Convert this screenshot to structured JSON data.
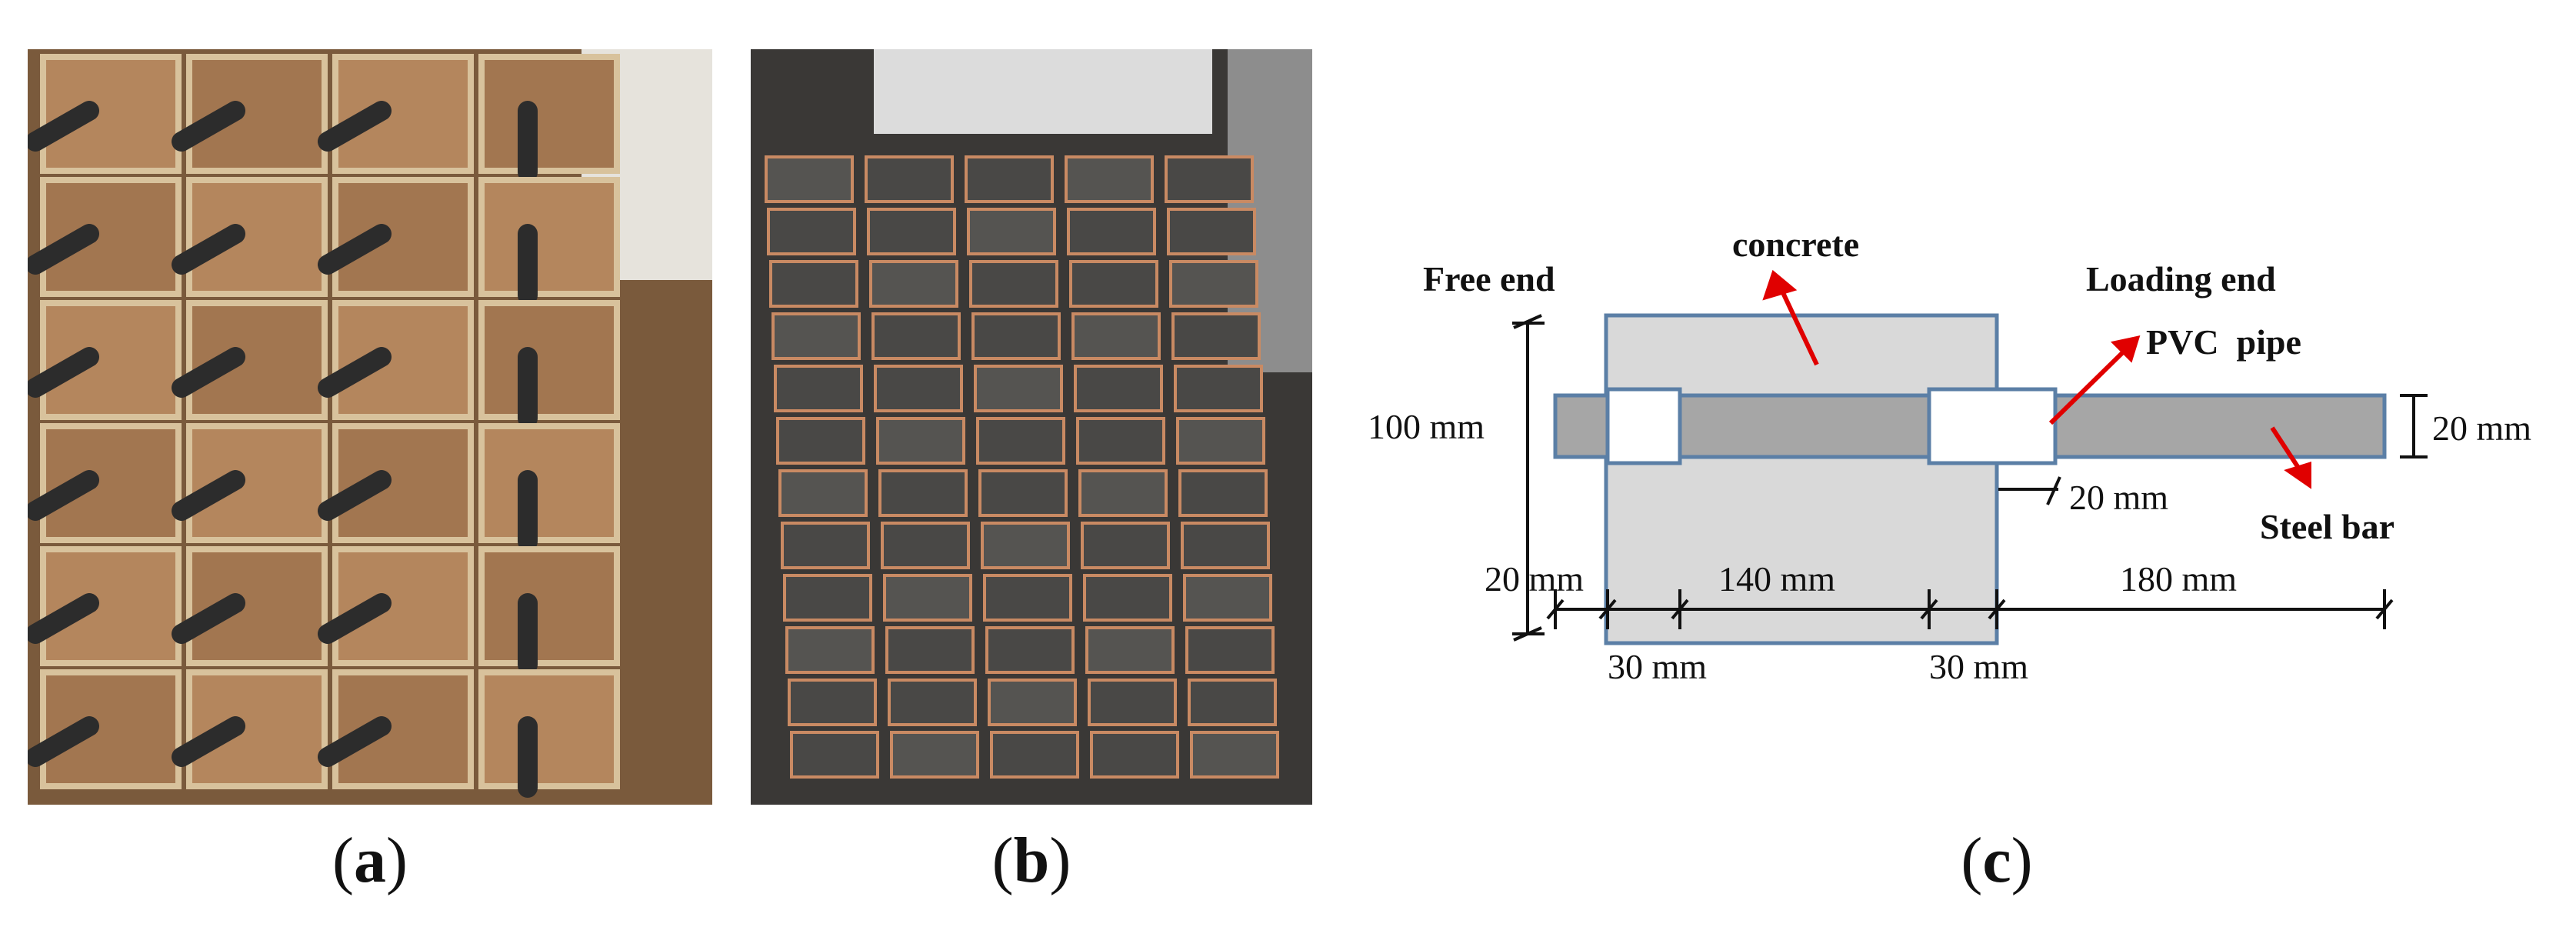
{
  "panels": [
    {
      "id": "a",
      "caption_open": "(",
      "caption_letter": "a",
      "caption_close": ")"
    },
    {
      "id": "b",
      "caption_open": "(",
      "caption_letter": "b",
      "caption_close": ")"
    },
    {
      "id": "c",
      "caption_open": "(",
      "caption_letter": "c",
      "caption_close": ")"
    }
  ],
  "diagram": {
    "labels": {
      "free_end": "Free end",
      "concrete": "concrete",
      "loading_end": "Loading end",
      "pvc_pipe": "PVC  pipe",
      "steel_bar": "Steel bar"
    },
    "dimensions": {
      "height_100": "100 mm",
      "bar_dia_20": "20 mm",
      "protrusion_20": "20 mm",
      "free_len_20": "20 mm",
      "bond_140": "140 mm",
      "loading_180": "180 mm",
      "pvc_free_30": "30 mm",
      "pvc_load_30": "30 mm"
    },
    "colors": {
      "concrete_fill": "#d9d9d9",
      "concrete_stroke": "#5b7fa6",
      "bar_fill": "#a6a6a6",
      "pvc_fill": "#ffffff",
      "arrow": "#e00000"
    }
  }
}
